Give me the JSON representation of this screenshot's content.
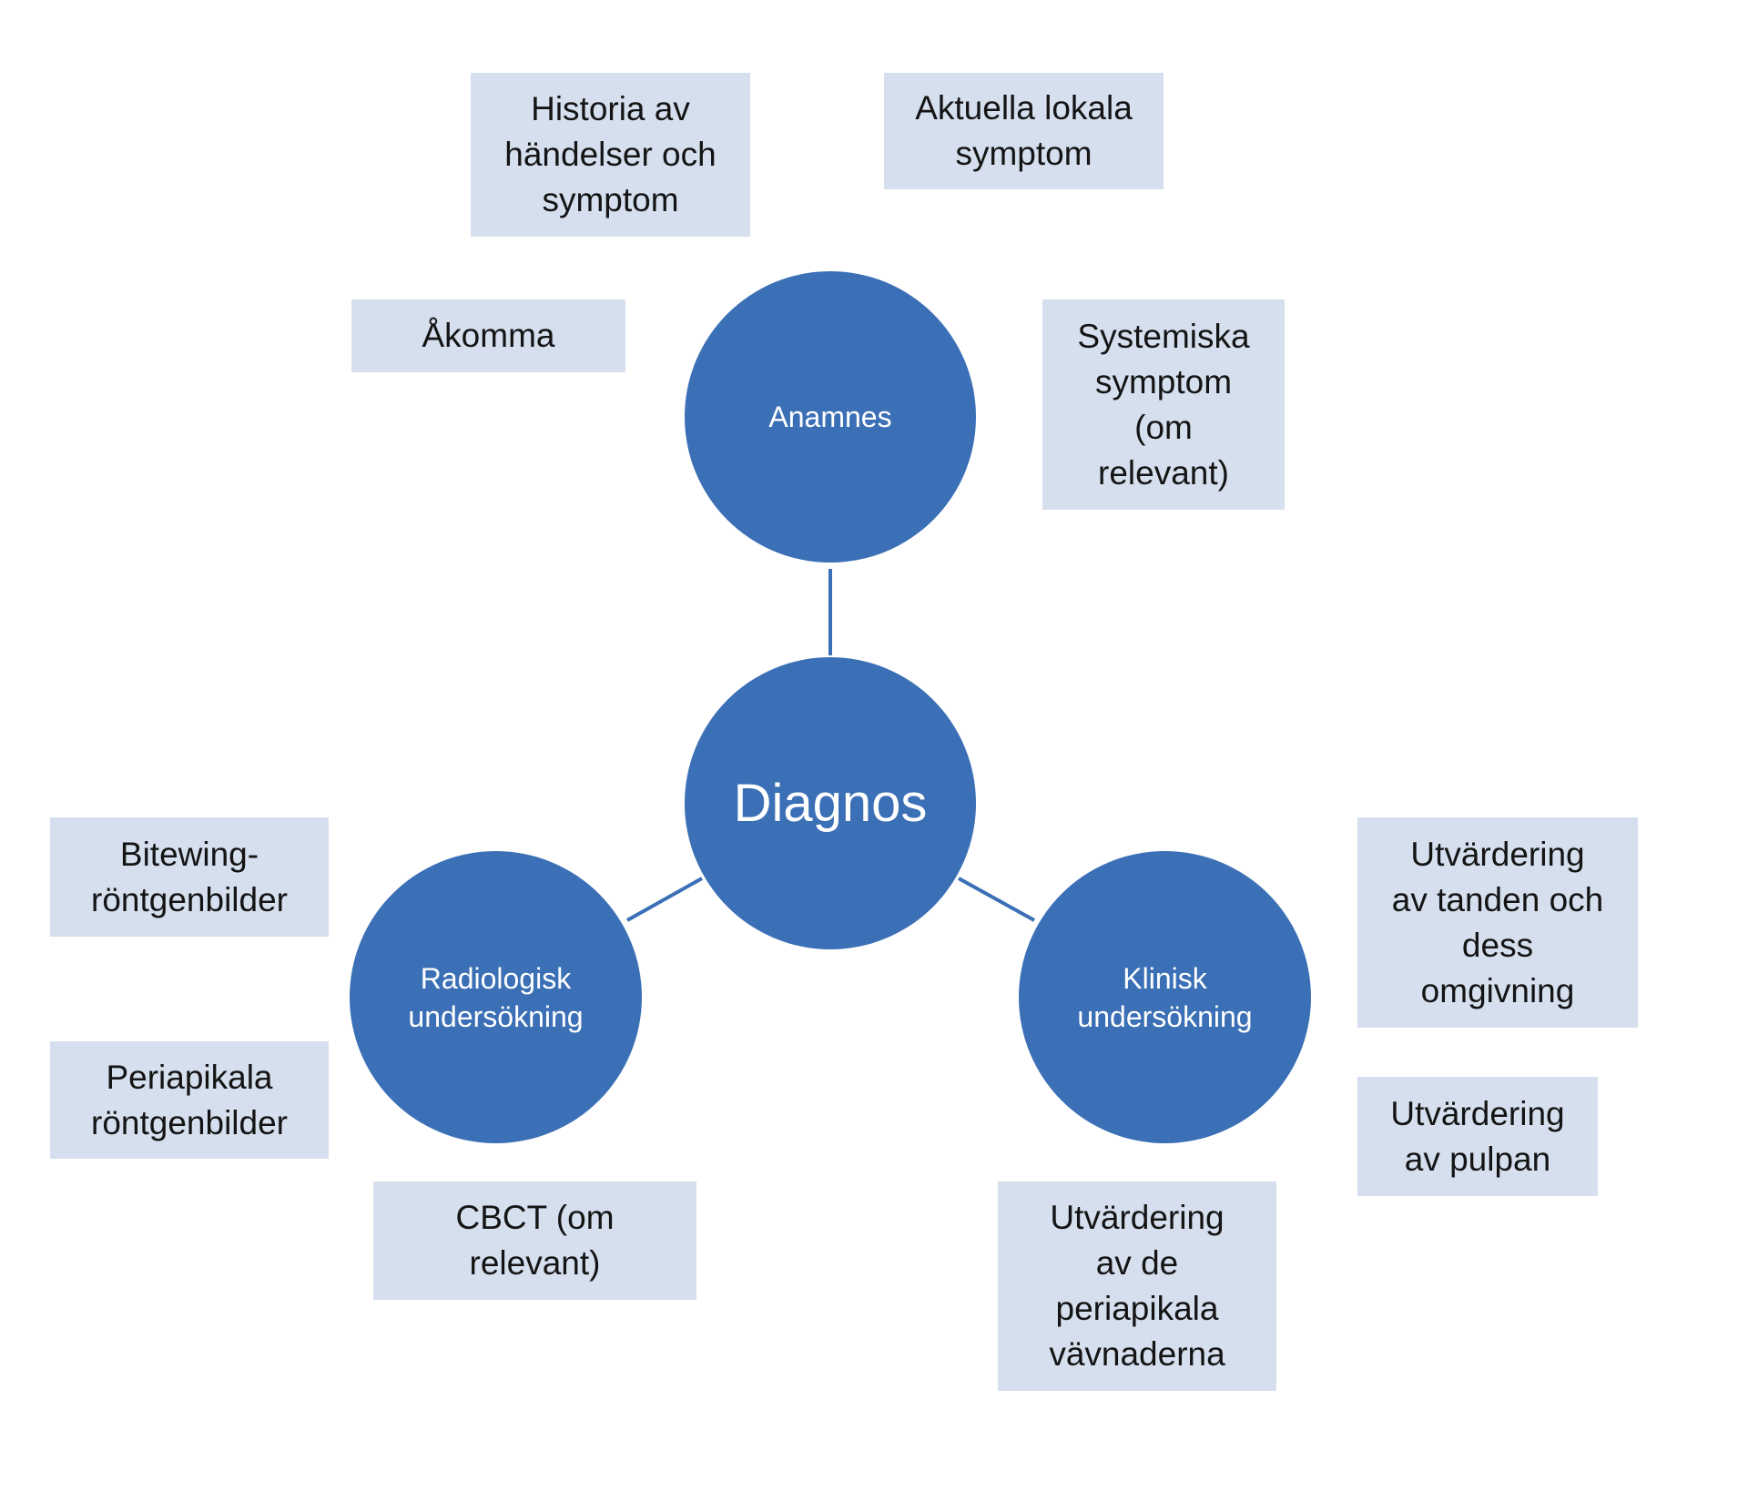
{
  "diagram": {
    "colors": {
      "node": "#3B6FB6",
      "box": "#D6DFEE",
      "line": "#3B6FB6",
      "text": "#141414",
      "node_text": "#FFFFFF"
    },
    "center": {
      "label": "Diagnos"
    },
    "nodes": {
      "anamnes": {
        "label": "Anamnes"
      },
      "radiologisk": {
        "label": "Radiologisk\nundersökning"
      },
      "klinisk": {
        "label": "Klinisk\nundersökning"
      }
    },
    "boxes": {
      "historia": "Historia av\nhändelser och\nsymptom",
      "aktuella": "Aktuella lokala\nsymptom",
      "akomma": "Åkomma",
      "systemiska": "Systemiska\nsymptom\n(om\nrelevant)",
      "bitewing": "Bitewing-\nröntgenbilder",
      "periapikala_rontgen": "Periapikala\nröntgenbilder",
      "cbct": "CBCT (om\nrelevant)",
      "tanden": "Utvärdering\nav tanden och\ndess\nomgivning",
      "pulpan": "Utvärdering\nav pulpan",
      "periapikala_vavnader": "Utvärdering\nav de\nperiapikala\nvävnaderna"
    }
  }
}
